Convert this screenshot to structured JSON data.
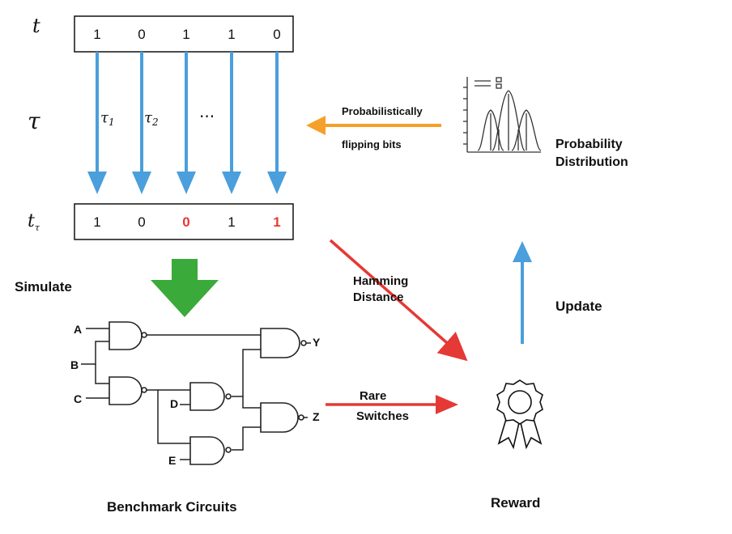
{
  "symbols": {
    "t": "t",
    "tau": "τ",
    "t_tau_base": "t",
    "t_tau_sub": "τ"
  },
  "bits_top": [
    "1",
    "0",
    "1",
    "1",
    "0"
  ],
  "bits_bottom": [
    {
      "v": "1",
      "flipped": false
    },
    {
      "v": "0",
      "flipped": false
    },
    {
      "v": "0",
      "flipped": true
    },
    {
      "v": "1",
      "flipped": false
    },
    {
      "v": "1",
      "flipped": true
    }
  ],
  "tau_labels": {
    "tau1_base": "τ",
    "tau1_sub": "1",
    "tau2_base": "τ",
    "tau2_sub": "2",
    "ellipsis": "···"
  },
  "labels": {
    "prob_flip_line1": "Probabilistically",
    "prob_flip_line2": "flipping bits",
    "prob_dist_line1": "Probability",
    "prob_dist_line2": "Distribution",
    "simulate": "Simulate",
    "hamming_line1": "Hamming",
    "hamming_line2": "Distance",
    "update": "Update",
    "rare_line1": "Rare",
    "rare_line2": "Switches",
    "benchmark": "Benchmark Circuits",
    "reward": "Reward"
  },
  "circuit": {
    "inputs": [
      "A",
      "B",
      "C",
      "D",
      "E"
    ],
    "outputs": [
      "Y",
      "Z"
    ]
  },
  "icons": [
    "probability-distribution-icon",
    "reward-ribbon-icon"
  ],
  "colors": {
    "blue": "#4a9fdc",
    "orange": "#f5a02a",
    "red": "#e53935",
    "green": "#3aaa3a"
  }
}
